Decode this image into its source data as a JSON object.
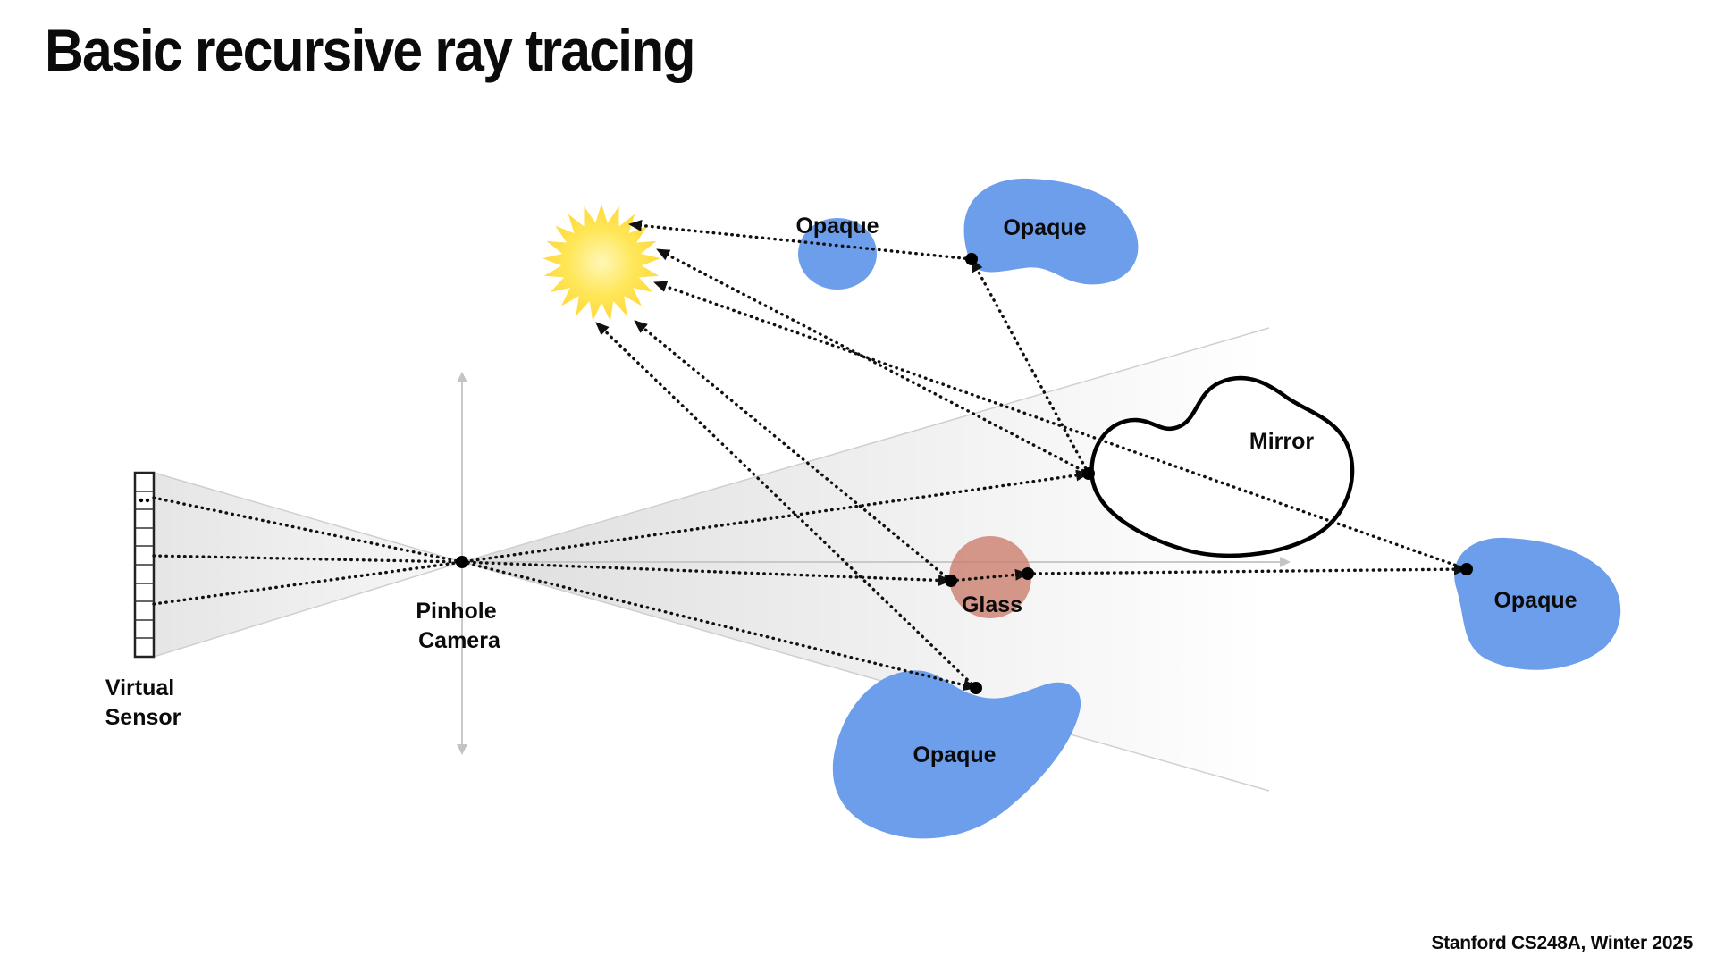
{
  "slide": {
    "title": "Basic recursive ray tracing",
    "footer": "Stanford CS248A, Winter 2025"
  },
  "labels": {
    "virtual_sensor": {
      "line1": "Virtual",
      "line2": "Sensor"
    },
    "pinhole_camera": {
      "line1": "Pinhole",
      "line2": "Camera"
    },
    "opaque_small": "Opaque",
    "opaque_top": "Opaque",
    "opaque_bottom": "Opaque",
    "opaque_right": "Opaque",
    "mirror": "Mirror",
    "glass": "Glass"
  },
  "colors": {
    "opaque_fill": "#6d9eeb",
    "glass_fill": "#c97b69",
    "sun_core": "#fff7b8",
    "sun_edge": "#ffd93c",
    "ray": "#111111",
    "mirror_outline": "#000000",
    "frustum_gray": "#c9c9c9"
  }
}
